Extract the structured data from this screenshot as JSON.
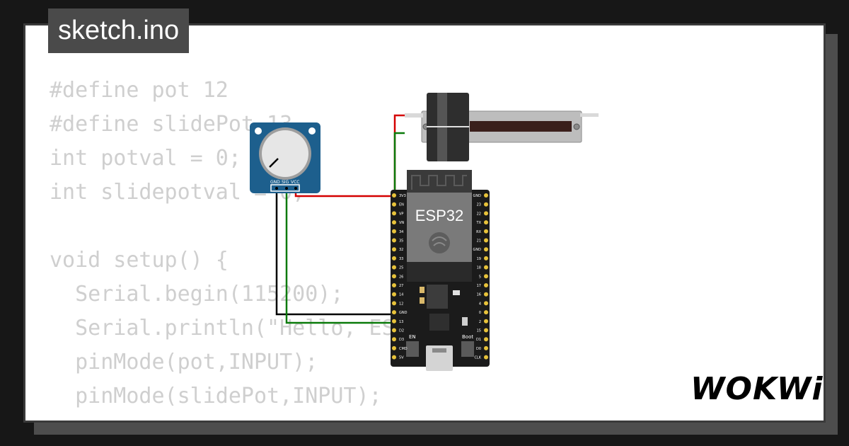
{
  "tab": {
    "filename": "sketch.ino"
  },
  "code": {
    "lines": [
      "#define pot 12",
      "#define slidePot 13",
      "int potval = 0;",
      "int slidepotval = 0;",
      "",
      "void setup() {",
      "  Serial.begin(115200);",
      "  Serial.println(\"Hello, ESP32!\");",
      "  pinMode(pot,INPUT);",
      "  pinMode(slidePot,INPUT);",
      "}"
    ]
  },
  "board": {
    "chip_label": "ESP32",
    "left_pins": [
      "3V3",
      "EN",
      "VP",
      "VN",
      "34",
      "35",
      "32",
      "33",
      "25",
      "26",
      "27",
      "14",
      "12",
      "GND",
      "13",
      "D2",
      "D3",
      "CMD",
      "5V"
    ],
    "right_pins": [
      "GND",
      "23",
      "22",
      "TX",
      "RX",
      "21",
      "GND",
      "19",
      "18",
      "5",
      "17",
      "16",
      "4",
      "0",
      "2",
      "15",
      "D1",
      "D0",
      "CLK"
    ],
    "button_en": "EN",
    "button_boot": "Boot"
  },
  "potentiometer": {
    "pin_labels": [
      "GND",
      "SIG",
      "VCC"
    ]
  },
  "logo": {
    "text": "WOKWi"
  },
  "colors": {
    "background": "#171717",
    "card": "#ffffff",
    "code_text": "#cfcfcf",
    "tab_bg": "#4a4a4a",
    "wire_red": "#d40000",
    "wire_green": "#0a7a0a",
    "wire_black": "#000000",
    "pot_blue": "#1d5f8d"
  }
}
